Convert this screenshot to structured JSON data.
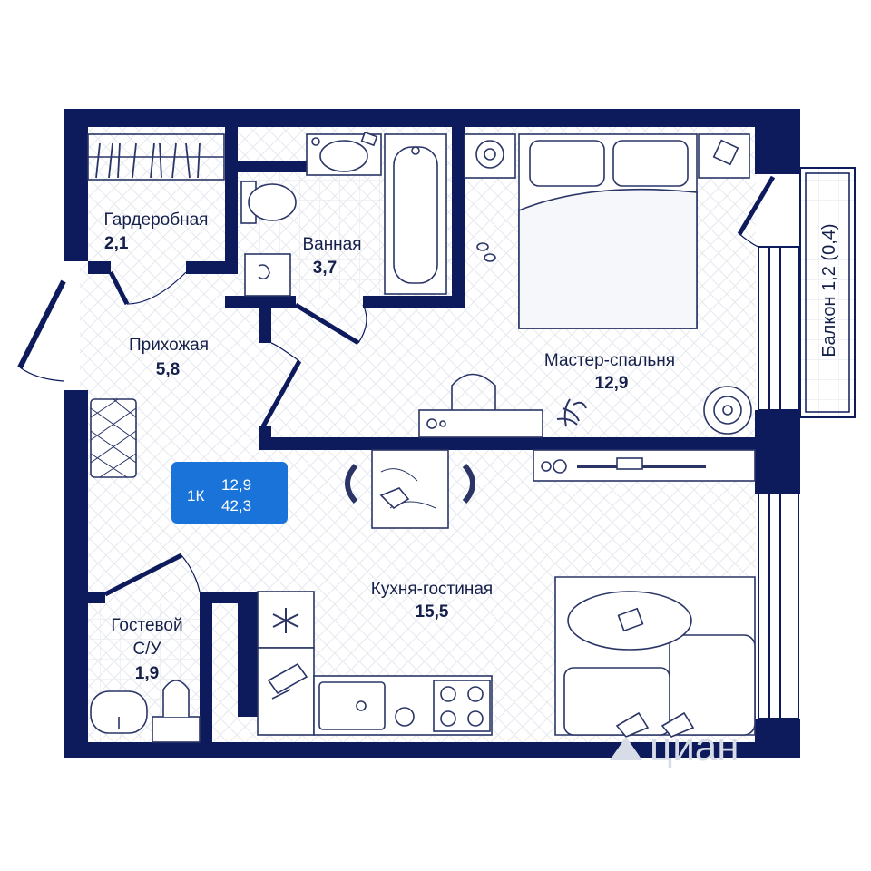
{
  "rooms": {
    "wardrobe": {
      "name": "Гардеробная",
      "area": "2,1"
    },
    "bathroom": {
      "name": "Ванная",
      "area": "3,7"
    },
    "hallway": {
      "name": "Прихожая",
      "area": "5,8"
    },
    "master_bedroom": {
      "name": "Мастер-спальня",
      "area": "12,9"
    },
    "kitchen_living": {
      "name": "Кухня-гостиная",
      "area": "15,5"
    },
    "guest_wc": {
      "name_line1": "Гостевой",
      "name_line2": "С/У",
      "area": "1,9"
    },
    "balcony": {
      "label": "Балкон 1,2 (0,4)"
    }
  },
  "badge": {
    "rooms": "1К",
    "living_area": "12,9",
    "total_area": "42,3"
  },
  "watermark": "циан",
  "colors": {
    "wall": "#0d1a5c",
    "badge": "#1a73d8",
    "line": "#2a3566",
    "floor": "#f4f5f8"
  }
}
